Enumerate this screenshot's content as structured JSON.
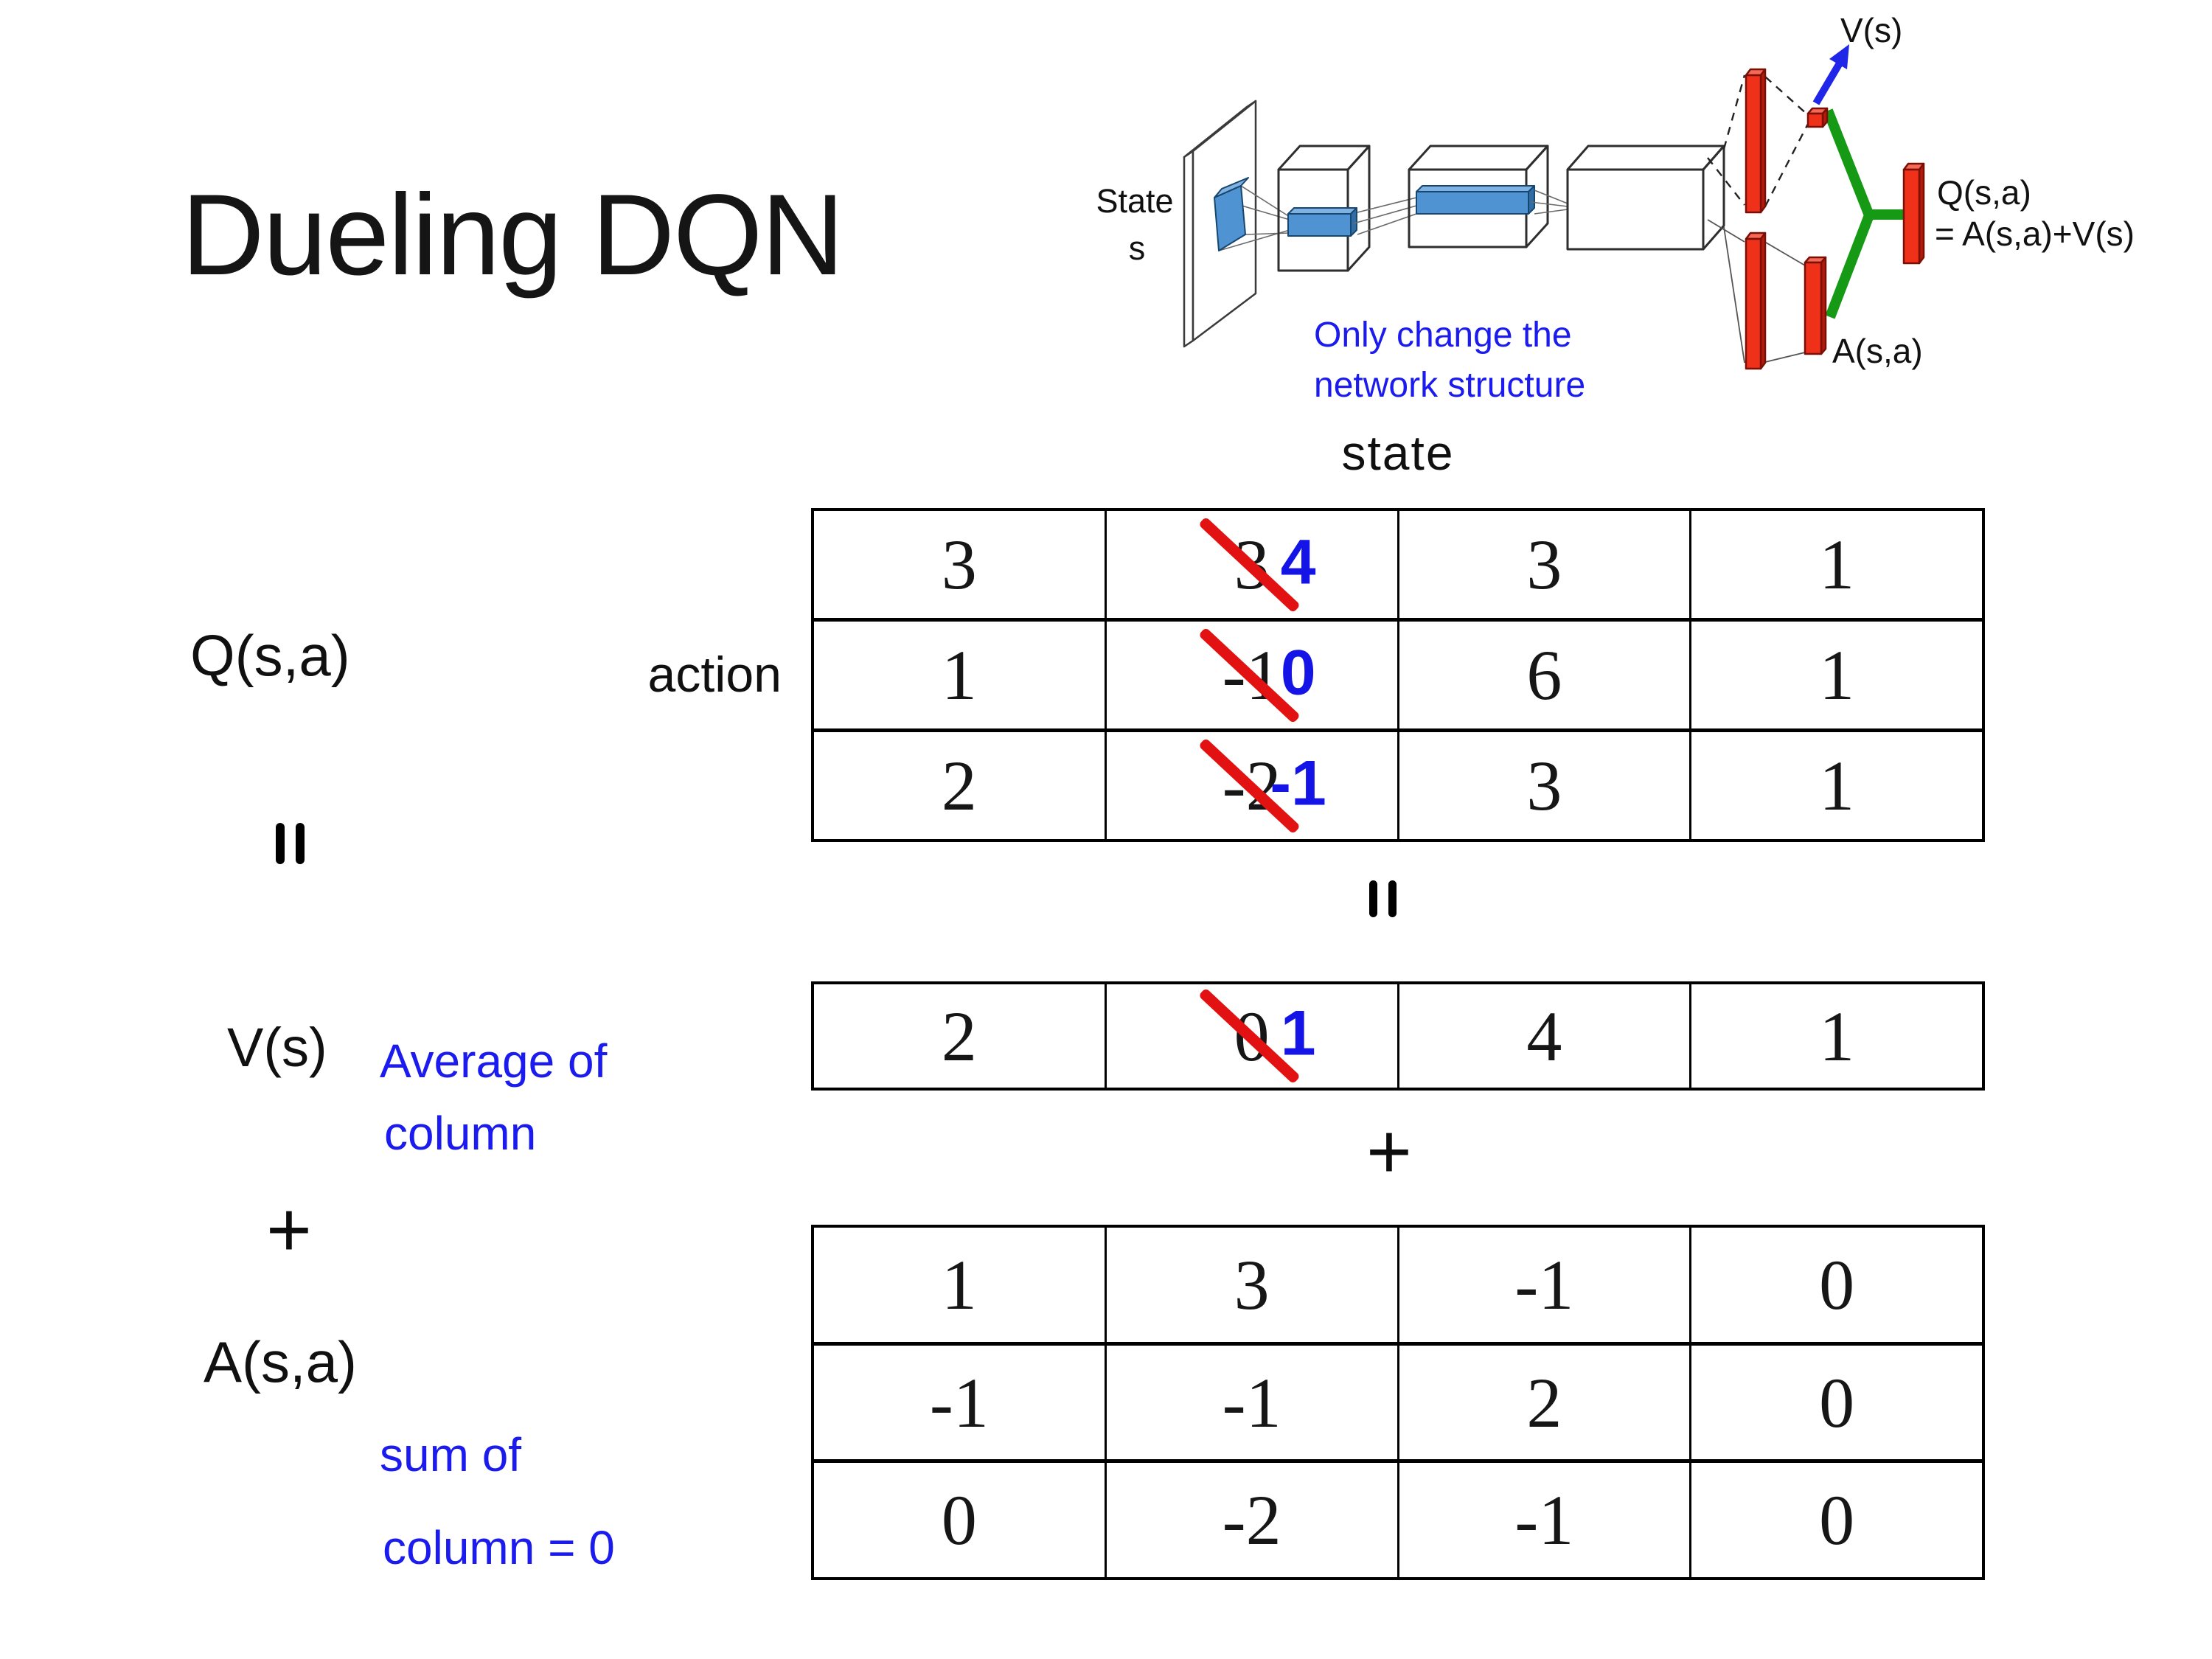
{
  "title": "Dueling DQN",
  "diagram": {
    "input_label_1": "State",
    "input_label_2": "s",
    "note_1": "Only change the",
    "note_2": "network structure",
    "v_out": "V(s)",
    "q_out_1": "Q(s,a)",
    "q_out_2": "= A(s,a)+V(s)",
    "a_out": "A(s,a)"
  },
  "labels": {
    "q": "Q(s,a)",
    "v": "V(s)",
    "a": "A(s,a)",
    "avg_1": "Average of",
    "avg_2": "column",
    "sum_1": "sum of",
    "sum_2": "column = 0",
    "state": "state",
    "action": "action",
    "plus": "+",
    "mid_plus": "+"
  },
  "q_table": {
    "rows": [
      {
        "c1": "3",
        "c2_old": "3",
        "c2_new": "4",
        "c3": "3",
        "c4": "1"
      },
      {
        "c1": "1",
        "c2_old": "-1",
        "c2_new": "0",
        "c3": "6",
        "c4": "1"
      },
      {
        "c1": "2",
        "c2_old": "-2",
        "c2_new": "-1",
        "c3": "3",
        "c4": "1"
      }
    ]
  },
  "v_table": {
    "c1": "2",
    "c2_old": "0",
    "c2_new": "1",
    "c3": "4",
    "c4": "1"
  },
  "a_table": {
    "rows": [
      {
        "c1": "1",
        "c2": "3",
        "c3": "-1",
        "c4": "0"
      },
      {
        "c1": "-1",
        "c2": "-1",
        "c3": "2",
        "c4": "0"
      },
      {
        "c1": "0",
        "c2": "-2",
        "c3": "-1",
        "c4": "0"
      }
    ]
  },
  "colors": {
    "handwritten_blue": "#1414e6",
    "note_blue": "#1b1bf0",
    "slash_red": "#e21212",
    "bar_red": "#ee3118",
    "conv_blue": "#4f93d2",
    "combine_green": "#169a16",
    "arrow_blue": "#2026e8"
  }
}
